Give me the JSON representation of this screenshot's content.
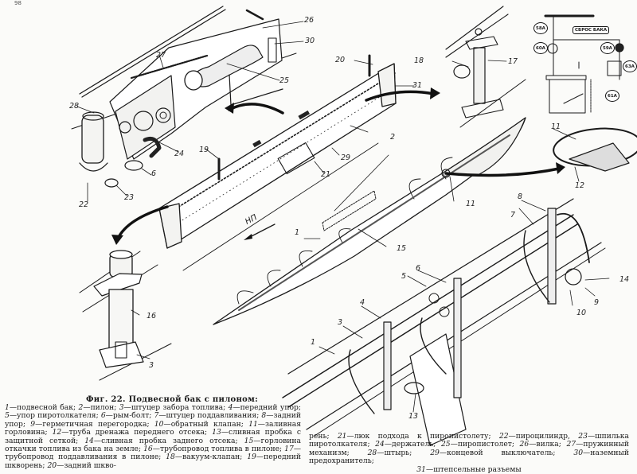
{
  "page": {
    "page_number": "98"
  },
  "figure": {
    "direction_marker": "НП",
    "part_labels": [
      "1",
      "2",
      "3",
      "4",
      "5",
      "6",
      "7",
      "8",
      "9",
      "10",
      "11",
      "12",
      "13",
      "14",
      "15",
      "16",
      "17",
      "18",
      "19",
      "20",
      "21",
      "22",
      "23",
      "24",
      "25",
      "26",
      "27",
      "28",
      "29",
      "30",
      "31"
    ],
    "scheme": {
      "button_label": "СБРОС БАКА",
      "circle_labels": [
        "58А",
        "60А",
        "59А",
        "63А",
        "61А"
      ]
    }
  },
  "caption": {
    "title": "Фиг. 22. Подвесной бак с пилоном:",
    "items": [
      {
        "num": "1",
        "text": "—подвесной бак; "
      },
      {
        "num": "2",
        "text": "—пилон; "
      },
      {
        "num": "3",
        "text": "—штуцер забора топлива; "
      },
      {
        "num": "4",
        "text": "—передний упор; "
      },
      {
        "num": "5",
        "text": "—упор пиротолкателя; "
      },
      {
        "num": "6",
        "text": "—рым-болт; "
      },
      {
        "num": "7",
        "text": "—штуцер поддавливания; "
      },
      {
        "num": "8",
        "text": "—задний упор; "
      },
      {
        "num": "9",
        "text": "—герметичная перегородка; "
      },
      {
        "num": "10",
        "text": "—обратный клапан; "
      },
      {
        "num": "11",
        "text": "—заливная горловина; "
      },
      {
        "num": "12",
        "text": "—труба дренажа переднего отсека; "
      },
      {
        "num": "13",
        "text": "—сливная пробка с защитной сеткой; "
      },
      {
        "num": "14",
        "text": "—сливная пробка заднего отсека; "
      },
      {
        "num": "15",
        "text": "—горловина откачки топлива из бака на земле; "
      },
      {
        "num": "16",
        "text": "—трубопровод топлива в пилоне; "
      },
      {
        "num": "17",
        "text": "—трубопровод поддавливания в пилоне; "
      },
      {
        "num": "18",
        "text": "—вакуум-клапан; "
      },
      {
        "num": "19",
        "text": "—передний шкворень; "
      },
      {
        "num": "20",
        "text": "—задний шкво-"
      }
    ],
    "items_cont_prefix": "рень; ",
    "items_cont": [
      {
        "num": "21",
        "text": "—люк подхода к пиропистолету; "
      },
      {
        "num": "22",
        "text": "—пироцилиндр, "
      },
      {
        "num": "23",
        "text": "—шпилька пиротолкателя; "
      },
      {
        "num": "24",
        "text": "—держатель; "
      },
      {
        "num": "25",
        "text": "—пиропистолет; "
      },
      {
        "num": "26",
        "text": "—вилка; "
      },
      {
        "num": "27",
        "text": "—пружинный механизм; "
      },
      {
        "num": "28",
        "text": "—штырь; "
      },
      {
        "num": "29",
        "text": "—концевой выключатель; "
      },
      {
        "num": "30",
        "text": "—наземный предохранитель;"
      }
    ],
    "last_item": {
      "num": "31",
      "text": "—штепсельные разъемы"
    }
  }
}
